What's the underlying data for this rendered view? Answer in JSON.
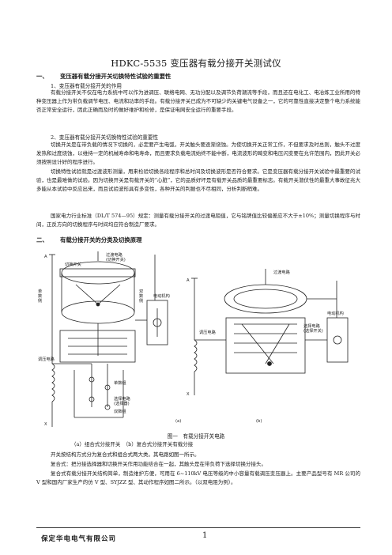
{
  "doc": {
    "title": "HDKC-5535 变压器有载分接开关测试仪"
  },
  "section1": {
    "num": "一、",
    "heading": "变压器有载分接开关切换特性试验的重要性",
    "sub1": "1、变压器有载分接开关的作用",
    "p1": "有载分接开关不仅在电力系统中可以作为进调压、联络电网、无功分配以及调节负荷潮流等手段，而且还在电化工、电冶炼工业所用的特种变压器上作为带负载调节电压、电流和功率的手段。有载分接开关已成为不可缺少的关键电气设备之一，它的可靠性直接决定整个电力系统能否正常安全运行，因此正确而及时的做好维护和检修，是保证电网安全运行的重要手段。",
    "sub2": "2、变压器有载分接开关切换特性试验的重要性",
    "p2": "切换开关是在带负载的情况下切换的，必定要产生电弧，开关触头要逐渐烧蚀。为使切换开关正常工作，不但要求及时总则，触头不过度发热和过度烧蚀，以维持一定的机械寿命和电寿命，而且要求负载电流始终不能中断，电流波形的畸变和电压闪变要在允许范围内，因此开关必须按照设计好的程序进行。",
    "p3": "切换特性试验就是过渡波形测量，用来检验切换各段程序和总时间及切换波形是否符合要求。它是变压器有载分接开关试验中最重要的试验，也是最难做的试验。因为切换开关是有载开关的“心脏”，它的品质好坏是有载开关品质的最重要标志。有载开关潜伏性的最重大事故征兆大多能从本试验中反应出来，而且试验波形具有多变性，各种开关的判据也不尽相同，分析判断稍难。",
    "p4": "国家电力行业标准（DL/T 574—95）规定：测量有载分接开关的过渡电阻值，它与铭牌值比较偏差应不大于±10%；测量切换程序与时间，正反方向的切换程序与时间均应符合制造厂要求。"
  },
  "section2": {
    "num": "二、",
    "heading": "有载分接开关的分类及切换原理"
  },
  "figure": {
    "left_labels": {
      "top": "单\n数\n侧",
      "switch": "切换开关",
      "diverter": "过渡电路\n(切换开关)",
      "even": "双\n数\n侧",
      "mech": "电动机构",
      "winding": "调压电路",
      "selector": "选择电路\n(选择器)",
      "single": "单数组",
      "double": "双数组",
      "a_mark": "A",
      "x_mark": "X",
      "sub": "(a)"
    },
    "right_labels": {
      "diverter": "过渡电路",
      "diverter2": "选择电路\n(选择开关)",
      "winding": "调压电路",
      "mech": "电动机构",
      "a_mark": "A",
      "x_mark": "X",
      "sub": "(b)"
    },
    "caption": "图一　有载分接开关电路",
    "caption2": "（a）组合式分接开关　（b）复合式分接开关有载分接"
  },
  "section2body": {
    "p1": "开关按结构方式分为复合式和组合式两大类。其电路如图一所示。",
    "p2": "复合式：把分接选择器和切换开关作用功能结合在一起，其触头是在带负荷下选择切换分接头。",
    "p3": "复合式有载分接开关结构简单，制造维护方便，可用在 6~110kV 电压等级的中小容量有载调压变压器上。主要产品型号有 MR 公司的 V 型和国内厂家生产的仿 V 型、SYJZZ 型、其动作程序如图二所示。（以双电阻为例）。"
  },
  "footer": {
    "company": "保定华电电气有限公司",
    "page": "1"
  }
}
